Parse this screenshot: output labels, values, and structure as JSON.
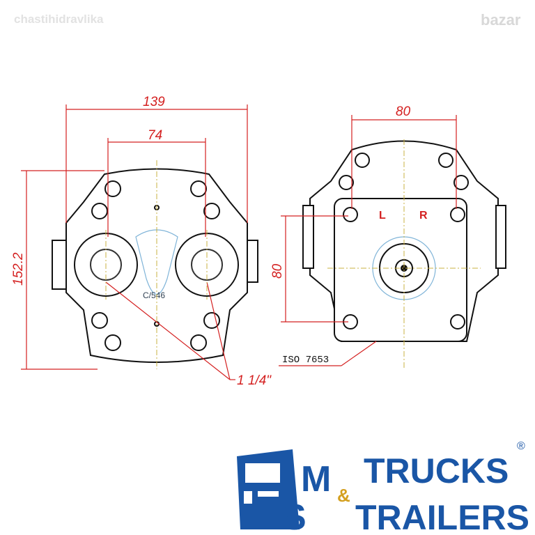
{
  "watermark": "chastihidravlika",
  "watermark_corner": "bazar",
  "front_view": {
    "dim_width": "139",
    "dim_port_spacing": "74",
    "dim_height": "152.2",
    "model_label": "C/546",
    "port_size": "1 1/4\""
  },
  "side_view": {
    "dim_width": "80",
    "dim_height": "80",
    "rotation_left": "L",
    "rotation_right": "R",
    "flange_standard": "ISO 7653"
  },
  "logo": {
    "letter_m": "M",
    "letter_s": "S",
    "word_trucks": "TRUCKS",
    "ampersand": "&",
    "word_trailers": "TRAILERS",
    "registered": "®",
    "brand_color": "#1a56a6",
    "accent_color": "#d42020"
  }
}
